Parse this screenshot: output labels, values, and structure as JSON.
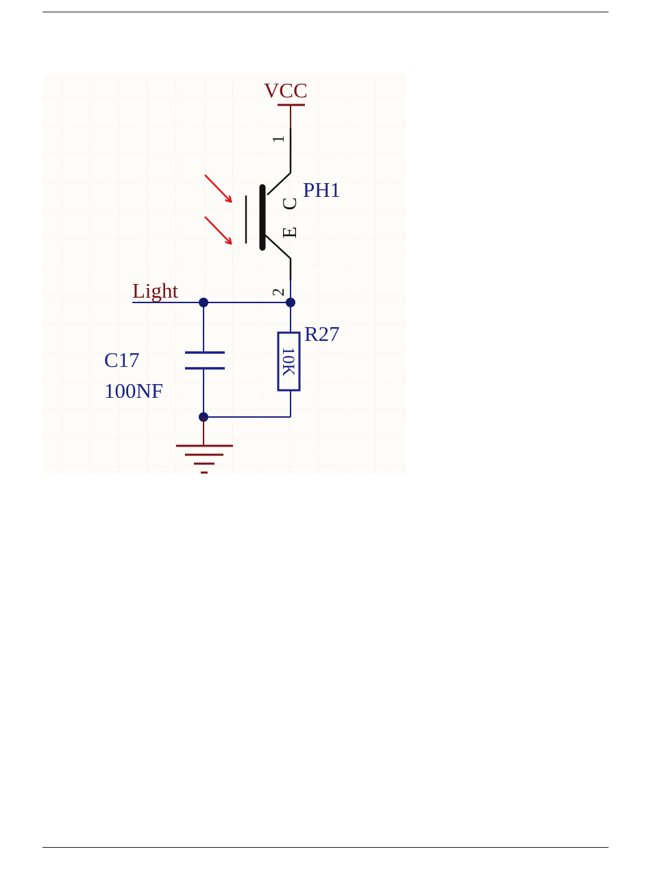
{
  "colors": {
    "background": "#fdfcf8",
    "grid": "#e9e6dc",
    "power_net": "#7a1016",
    "component": "#1c1f8a",
    "wire": "#1c1f8a",
    "junction": "#121a6e",
    "body": "#111111",
    "light_arrow": "#e0181e"
  },
  "net_labels": {
    "vcc": "VCC",
    "light": "Light"
  },
  "phototransistor": {
    "designator": "PH1",
    "pin1": "1",
    "pin2": "2",
    "collector": "C",
    "emitter": "E"
  },
  "capacitor": {
    "designator": "C17",
    "value": "100NF"
  },
  "resistor": {
    "designator": "R27",
    "value": "10K"
  },
  "icons": {
    "light": "light-arrow-icon",
    "ground": "ground-icon",
    "power": "power-port-icon"
  }
}
